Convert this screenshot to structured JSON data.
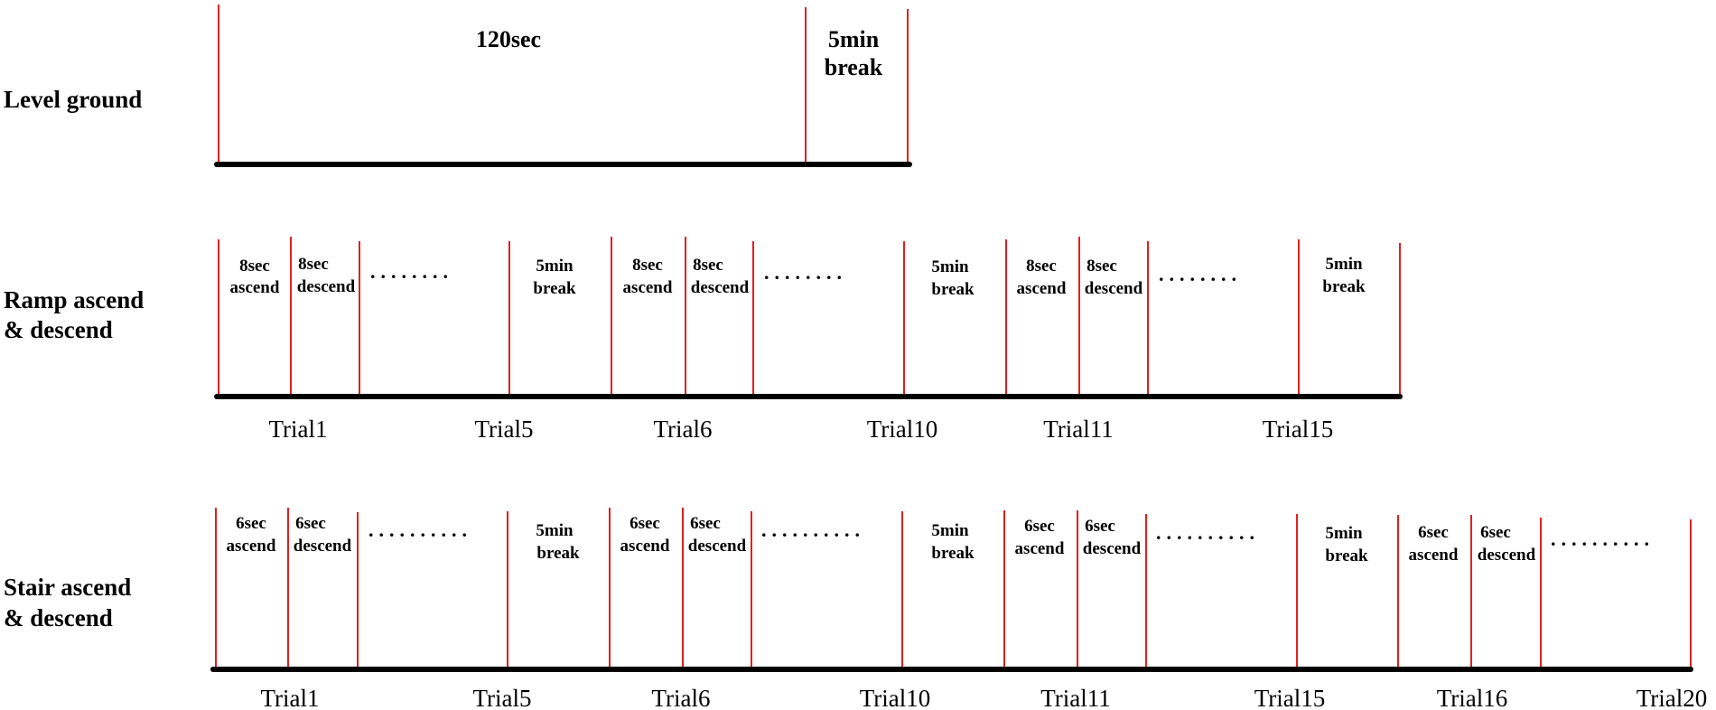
{
  "level": {
    "title": "Level ground",
    "duration": "120sec",
    "break_l1": "5min",
    "break_l2": "break"
  },
  "ramp": {
    "title_l1": "Ramp ascend",
    "title_l2": "& descend",
    "groups": [
      {
        "a1": "8sec",
        "a2": "ascend",
        "d1": "8sec",
        "d2": "descend",
        "dots": "........",
        "b1": "5min",
        "b2": "break",
        "t_start": "Trial1",
        "t_end": "Trial5"
      },
      {
        "a1": "8sec",
        "a2": "ascend",
        "d1": "8sec",
        "d2": "descend",
        "dots": "........",
        "b1": "5min",
        "b2": "break",
        "t_start": "Trial6",
        "t_end": "Trial10"
      },
      {
        "a1": "8sec",
        "a2": "ascend",
        "d1": "8sec",
        "d2": "descend",
        "dots": "........",
        "b1": "5min",
        "b2": "break",
        "t_start": "Trial11",
        "t_end": "Trial15"
      }
    ]
  },
  "stair": {
    "title_l1": "Stair ascend",
    "title_l2": "& descend",
    "groups": [
      {
        "a1": "6sec",
        "a2": "ascend",
        "d1": "6sec",
        "d2": "descend",
        "dots": "..........",
        "b1": "5min",
        "b2": "break",
        "t_start": "Trial1",
        "t_end": "Trial5"
      },
      {
        "a1": "6sec",
        "a2": "ascend",
        "d1": "6sec",
        "d2": "descend",
        "dots": "..........",
        "b1": "5min",
        "b2": "break",
        "t_start": "Trial6",
        "t_end": "Trial10"
      },
      {
        "a1": "6sec",
        "a2": "ascend",
        "d1": "6sec",
        "d2": "descend",
        "dots": "..........",
        "b1": "5min",
        "b2": "break",
        "t_start": "Trial11",
        "t_end": "Trial15"
      },
      {
        "a1": "6sec",
        "a2": "ascend",
        "d1": "6sec",
        "d2": "descend",
        "dots": "..........",
        "t_start": "Trial16",
        "t_end": "Trial20"
      }
    ]
  }
}
